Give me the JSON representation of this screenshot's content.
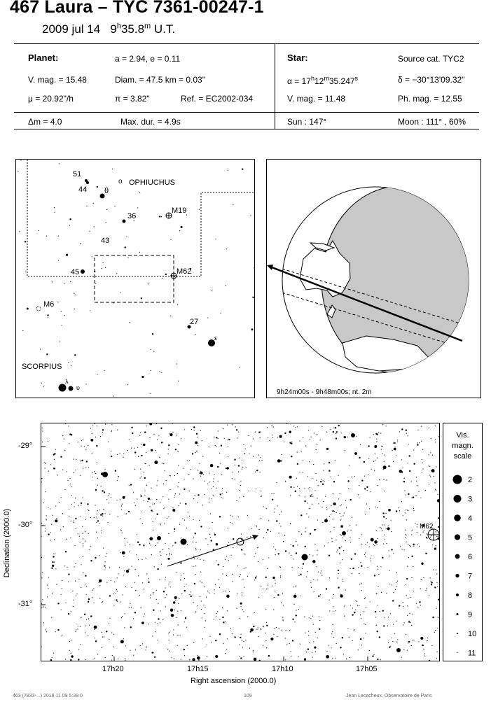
{
  "header": {
    "title": "467 Laura  –  TYC 7361-00247-1",
    "subtitle": "2009 jul 14   9h35.8m U.T."
  },
  "planet": {
    "heading": "Planet:",
    "a_e": "a = 2.94, e = 0.11",
    "vmag": "V. mag. = 15.48",
    "diam": "Diam. = 47.5 km = 0.03\"",
    "mu": "μ = 20.92\"/h",
    "pi": "π =  3.82\"",
    "ref": "Ref. = EC2002-034"
  },
  "star": {
    "heading": "Star:",
    "source": "Source cat.  TYC2",
    "alpha": "α = 17h12m35.247s",
    "delta": "δ = −30°13'09.32\"",
    "vmag": "V. mag. = 11.48",
    "phmag": "Ph. mag. = 12.55"
  },
  "summary": {
    "dm": "Δm = 4.0",
    "maxdur": "Max. dur. = 4.9s",
    "sun": "Sun : 147°",
    "moon": "Moon : 111° , 60%"
  },
  "finder_chart": {
    "constellation_top": "OPHIUCHUS",
    "constellation_bottom": "SCORPIUS",
    "labels": {
      "l51": "51",
      "l44": "44",
      "theta": "θ",
      "omicron": "o",
      "l36": "36",
      "m19": "M19",
      "l43": "43",
      "l45": "45",
      "m62": "M62",
      "m6": "M6",
      "l27": "27",
      "epsilon": "ε",
      "lambda": "λ",
      "upsilon": "υ"
    }
  },
  "globe": {
    "caption": "9h24m00s - 9h48m00s; nt. 2m"
  },
  "detail_chart": {
    "ylabel": "Declination (2000.0)",
    "xlabel": "Right ascension (2000.0)",
    "yticks": [
      "-29°",
      "-30°",
      "-31°"
    ],
    "xticks": [
      "17h20",
      "17h15",
      "17h10",
      "17h05"
    ],
    "m62_label": "M62"
  },
  "legend": {
    "title_lines": [
      "Vis.",
      "magn.",
      "scale"
    ],
    "mags": [
      "2",
      "3",
      "4",
      "5",
      "6",
      "7",
      "8",
      "9",
      "10",
      "11"
    ]
  },
  "footer": {
    "left": "463 (7833-...) 2018 11 09  5:39:0",
    "center": "109",
    "right": "Jean Lecacheux, Observatoire de Paris"
  }
}
